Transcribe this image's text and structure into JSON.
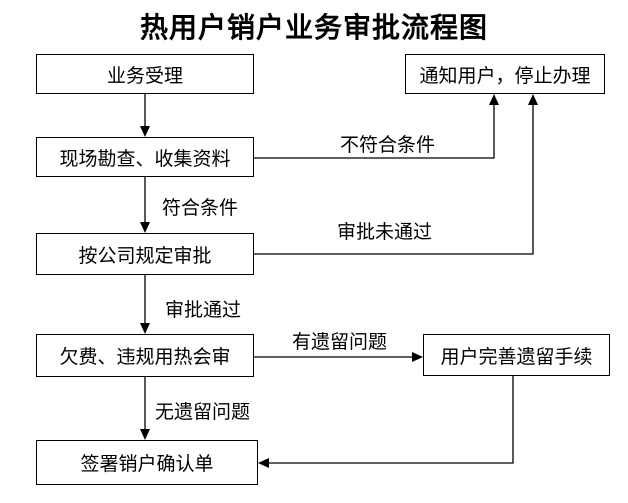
{
  "title": "热用户销户业务审批流程图",
  "flowchart": {
    "nodes": {
      "accept": {
        "label": "业务受理"
      },
      "notify": {
        "label": "通知用户，停止办理"
      },
      "survey": {
        "label": "现场勘查、收集资料"
      },
      "approve": {
        "label": "按公司规定审批"
      },
      "review": {
        "label": "欠费、违规用热会审"
      },
      "complete": {
        "label": "用户完善遗留手续"
      },
      "sign": {
        "label": "签署销户确认单"
      }
    },
    "edge_labels": {
      "not_qualified": "不符合条件",
      "qualified": "符合条件",
      "approval_failed": "审批未通过",
      "approval_passed": "审批通过",
      "has_issues": "有遗留问题",
      "no_issues": "无遗留问题"
    },
    "colors": {
      "background": "#ffffff",
      "line": "#000000",
      "box_border": "#000000",
      "text": "#000000"
    }
  }
}
